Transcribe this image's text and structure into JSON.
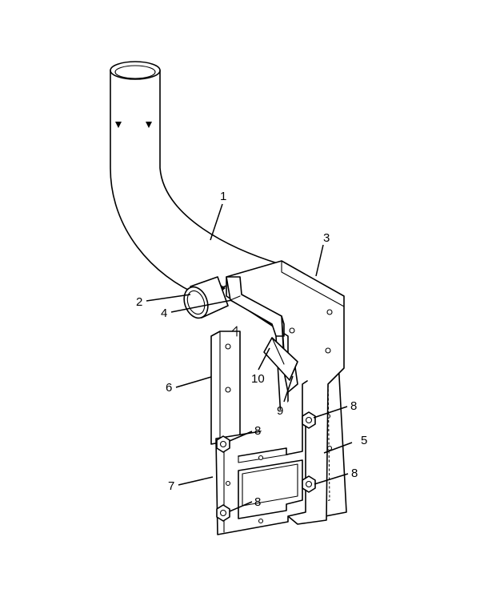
{
  "figure": {
    "callouts": {
      "c1": "1",
      "c2": "2",
      "c3": "3",
      "c4": "4",
      "c5": "5",
      "c6": "6",
      "c7": "7",
      "c8a": "8",
      "c8b": "8",
      "c8c": "8",
      "c8d": "8",
      "c9": "9",
      "c10": "10"
    }
  }
}
